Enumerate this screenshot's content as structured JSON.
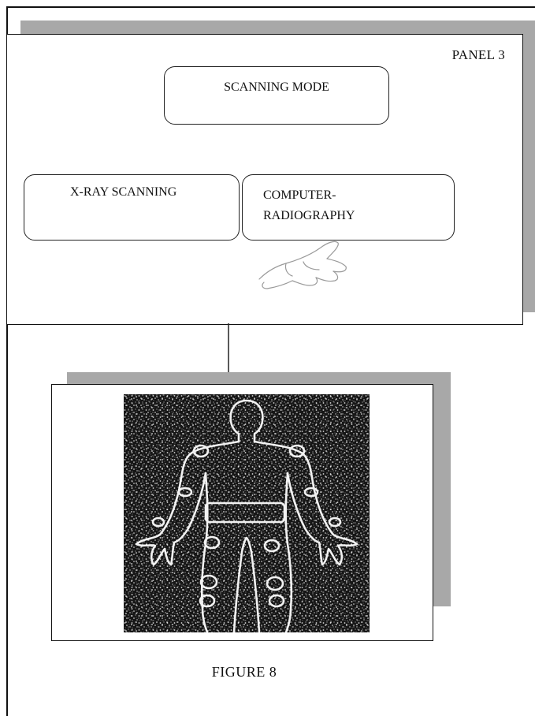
{
  "panel": {
    "label": "PANEL 3"
  },
  "buttons": {
    "scanning_mode": "SCANNING MODE",
    "xray_scanning": "X-RAY SCANNING",
    "computer_radiography_line1": "COMPUTER-",
    "computer_radiography_line2": "RADIOGRAPHY"
  },
  "icons": {
    "pointer": "hand-pointer-icon",
    "connector": "arrow-down-icon"
  },
  "figure": {
    "caption": "FIGURE 8"
  },
  "colors": {
    "border": "#111111",
    "shadow": "#a8a8a8",
    "xray_background": "#161616",
    "xray_outline": "#f2f2f2"
  }
}
